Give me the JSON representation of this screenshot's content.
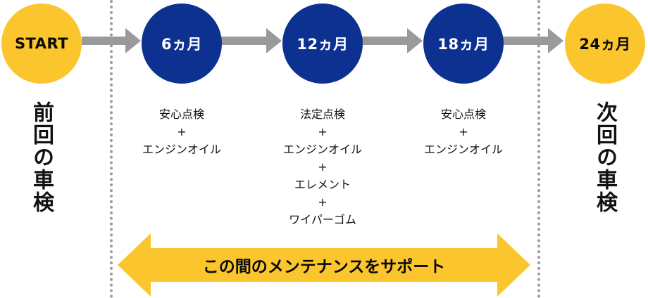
{
  "timeline": {
    "start": {
      "label": "START",
      "caption": "前回の車検"
    },
    "milestones": [
      {
        "label": "6ヵ月",
        "items": [
          "安心点検",
          "+",
          "エンジンオイル"
        ]
      },
      {
        "label": "12ヵ月",
        "items": [
          "法定点検",
          "+",
          "エンジンオイル",
          "+",
          "エレメント",
          "+",
          "ワイパーゴム"
        ]
      },
      {
        "label": "18ヵ月",
        "items": [
          "安心点検",
          "+",
          "エンジンオイル"
        ]
      }
    ],
    "end": {
      "label": "24ヵ月",
      "caption": "次回の車検"
    }
  },
  "banner": {
    "text": "この間のメンテナンスをサポート"
  },
  "colors": {
    "yellow": "#fbc52d",
    "navy": "#0c3190",
    "gray": "#9a9a9a"
  }
}
